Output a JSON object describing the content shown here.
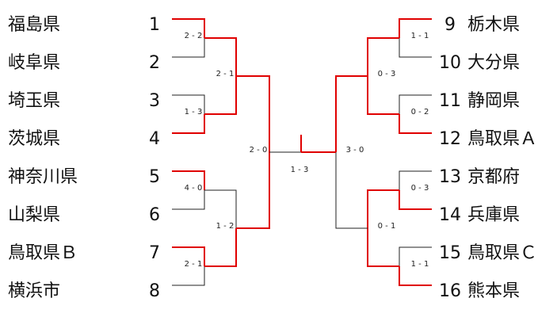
{
  "left": {
    "teams": [
      {
        "seed": "1",
        "name": "福島県"
      },
      {
        "seed": "2",
        "name": "岐阜県"
      },
      {
        "seed": "3",
        "name": "埼玉県"
      },
      {
        "seed": "4",
        "name": "茨城県"
      },
      {
        "seed": "5",
        "name": "神奈川県"
      },
      {
        "seed": "6",
        "name": "山梨県"
      },
      {
        "seed": "7",
        "name": "鳥取県Ｂ"
      },
      {
        "seed": "8",
        "name": "横浜市"
      }
    ],
    "round1_scores": [
      "2 - 2",
      "1 - 3",
      "4 - 0",
      "2 - 1"
    ],
    "round2_scores": [
      "2 - 1",
      "1 - 2"
    ],
    "semi_score": "2 - 0"
  },
  "right": {
    "teams": [
      {
        "seed": "9",
        "name": "栃木県"
      },
      {
        "seed": "10",
        "name": "大分県"
      },
      {
        "seed": "11",
        "name": "静岡県"
      },
      {
        "seed": "12",
        "name": "鳥取県Ａ"
      },
      {
        "seed": "13",
        "name": "京都府"
      },
      {
        "seed": "14",
        "name": "兵庫県"
      },
      {
        "seed": "15",
        "name": "鳥取県Ｃ"
      },
      {
        "seed": "16",
        "name": "熊本県"
      }
    ],
    "round1_scores": [
      "1 - 1",
      "0 - 2",
      "0 - 3",
      "1 - 1"
    ],
    "round2_scores": [
      "0 - 3",
      "0 - 1"
    ],
    "semi_score": "3 - 0"
  },
  "final_score": "1 - 3",
  "colors": {
    "winner_line": "#e00000",
    "loser_line": "#222222"
  }
}
